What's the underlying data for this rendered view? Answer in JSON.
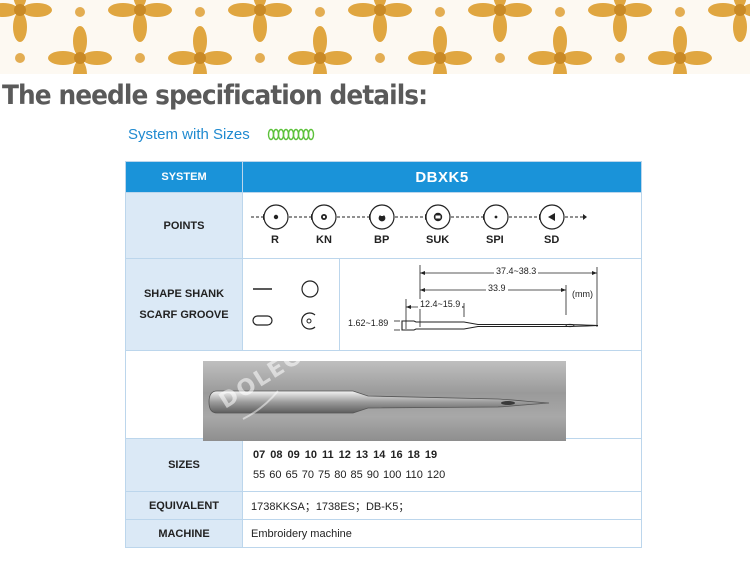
{
  "heading": "The needle specification details:",
  "subtitle": "System with Sizes",
  "table": {
    "system_label": "SYSTEM",
    "system_value": "DBXK5",
    "points_label": "POINTS",
    "points": [
      "R",
      "KN",
      "BP",
      "SUK",
      "SPI",
      "SD"
    ],
    "shape_label_1": "SHAPE SHANK",
    "shape_label_2": "SCARF GROOVE",
    "dims": {
      "total": "37.4~38.3",
      "middle": "33.9",
      "short": "12.4~15.9",
      "diameter": "1.62~1.89",
      "unit": "(mm)"
    },
    "photo_watermark": "DOLEC",
    "sizes_label": "SIZES",
    "sizes_row1": [
      "07",
      "08",
      "09",
      "10",
      "11",
      "12",
      "13",
      "14",
      "16",
      "18",
      "19"
    ],
    "sizes_row2": [
      "55",
      "60",
      "65",
      "70",
      "75",
      "80",
      "85",
      "90",
      "100",
      "110",
      "120"
    ],
    "equivalent_label": "EQUIVALENT",
    "equivalent_value": "1738KKSA；1738ES；DB-K5；",
    "machine_label": "MACHINE",
    "machine_value": "Embroidery machine"
  },
  "colors": {
    "header_blue": "#1a93d9",
    "label_bg": "#dbe9f6",
    "subtitle_blue": "#1f8ad0",
    "banner_gold": "#e0a640"
  }
}
